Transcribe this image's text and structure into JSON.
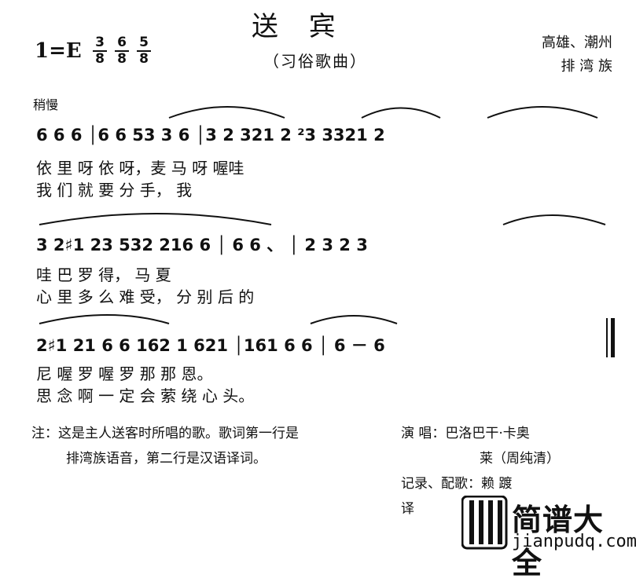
{
  "title": "送 宾",
  "subtitle": "（习俗歌曲）",
  "key": "1=E",
  "time_signatures": [
    {
      "num": "3",
      "den": "8"
    },
    {
      "num": "6",
      "den": "8"
    },
    {
      "num": "5",
      "den": "8"
    }
  ],
  "origin": [
    "高雄、潮州",
    "排 湾 族"
  ],
  "tempo": "稍慢",
  "rows": [
    {
      "notes": "6   6   6   │6    6 53 3   6   │3 2  321  2  ²3   3321  2",
      "lyrics1": "依  里  呀   依            呀，麦       马  呀       喔哇",
      "lyrics2": "我  们  就                  要  分          手，        我"
    },
    {
      "notes": "3   2♯1  23   532  216  6  │ 6   6 、 │ 2   3   2   3",
      "lyrics1": "哇       巴          罗            得，      马  夏",
      "lyrics2": "心  里  多  么  难            受，      分  别  后  的"
    },
    {
      "notes": "2♯1   21 6  6   162  1  621  │161  6   6   │ 6  －  6",
      "lyrics1": "尼        喔    罗   喔     罗   那  那    恩。",
      "lyrics2": "思    念   啊    一   定   会   萦   绕   心   头。"
    }
  ],
  "note_text": [
    "注：这是主人送客时所唱的歌。歌词第一行是",
    "排湾族语音，第二行是汉语译词。"
  ],
  "credits": [
    {
      "label": "演    唱：",
      "value": "巴洛巴干·卡奥"
    },
    {
      "label": "",
      "value": "莱（周纯清）"
    },
    {
      "label": "记录、配歌：",
      "value": "赖  踱"
    },
    {
      "label": "译",
      "value": ""
    }
  ],
  "watermark": {
    "name": "简谱大全",
    "url": "jianpudq.com"
  }
}
